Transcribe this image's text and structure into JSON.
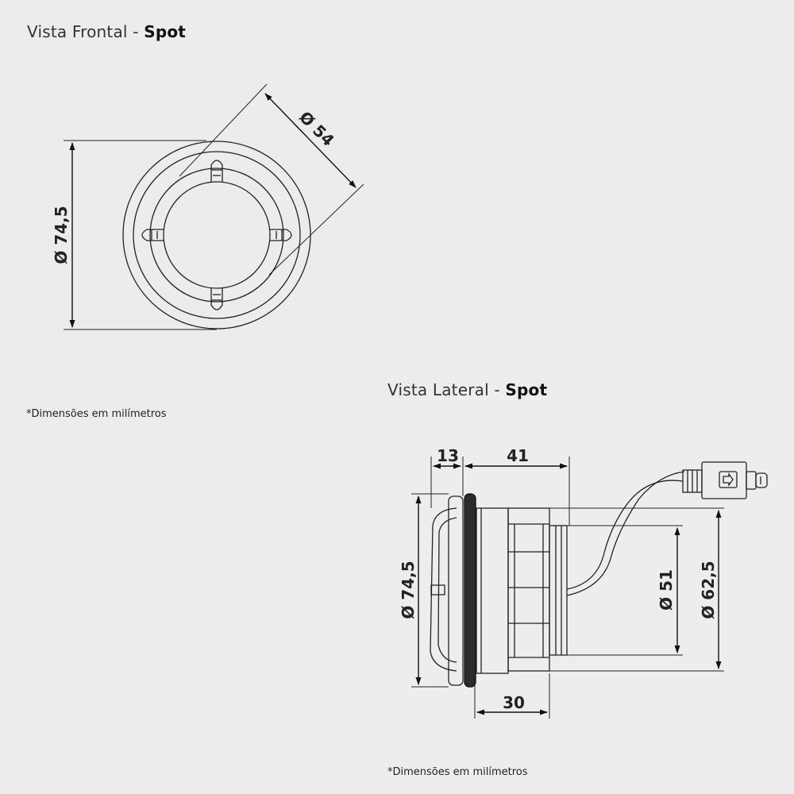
{
  "front_view": {
    "title_prefix": "Vista Frontal -",
    "title_strong": "Spot",
    "dim_outer_diameter": "Ø 74,5",
    "dim_inner_diameter": "Ø 54"
  },
  "side_view": {
    "title_prefix": "Vista Lateral -",
    "title_strong": "Spot",
    "dim_flange": "13",
    "dim_body": "41",
    "dim_base": "30",
    "dim_outer_diameter": "Ø 74,5",
    "dim_thread_diameter": "Ø 51",
    "dim_body_diameter": "Ø 62,5"
  },
  "notes": {
    "top": "*Dimensões em milímetros",
    "bottom": "*Dimensões em milímetros"
  }
}
